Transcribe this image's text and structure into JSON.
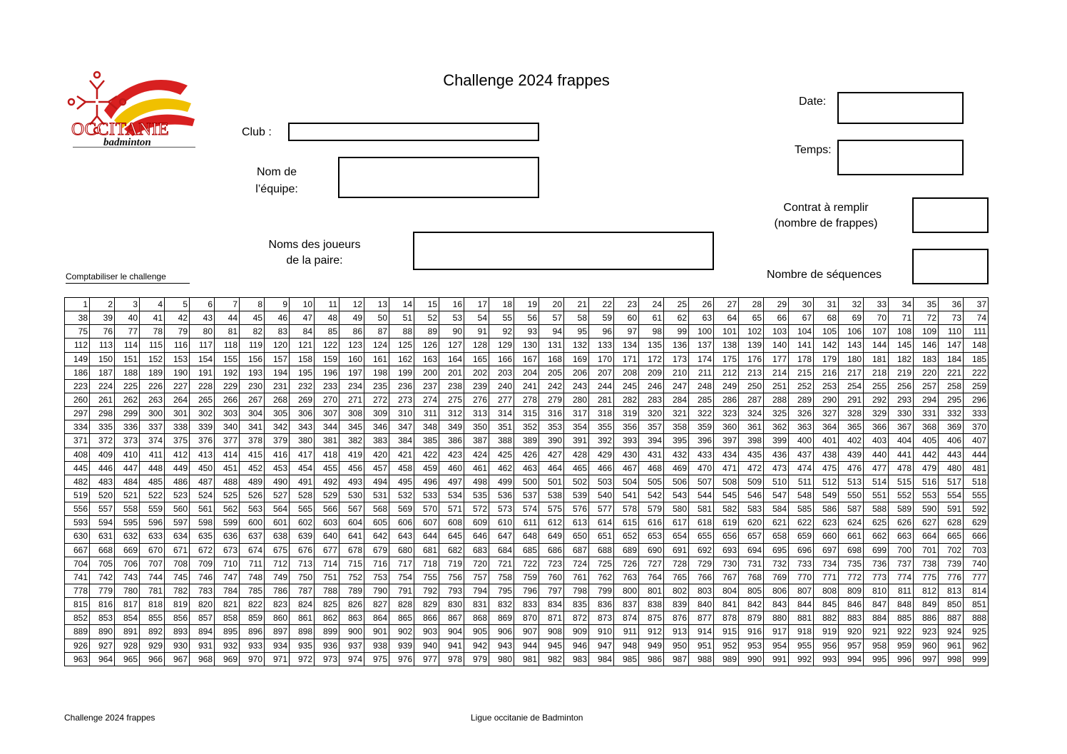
{
  "header": {
    "title": "Challenge 2024 frappes",
    "logo": {
      "text": "OCCITANIE",
      "subtext": "badminton",
      "icon": "occitan-cross-logo"
    }
  },
  "form": {
    "club_label": "Club :",
    "team_label_line1": "Nom de",
    "team_label_line2": "l’équipe:",
    "players_label_line1": "Noms des joueurs",
    "players_label_line2": "de la paire:",
    "date_label": "Date:",
    "time_label": "Temps:",
    "contract_label_line1": "Contrat à remplir",
    "contract_label_line2": "(nombre de frappes)",
    "sequences_label": "Nombre de séquences",
    "club_value": "",
    "team_value": "",
    "players_value": "",
    "date_value": "",
    "time_value": "",
    "contract_value": "",
    "sequences_value": ""
  },
  "grid": {
    "caption": "Comptabiliser le challenge",
    "columns": 37,
    "start": 1,
    "end": 999
  },
  "footer": {
    "left": "Challenge 2024 frappes",
    "center": "Ligue occitanie de Badminton"
  }
}
